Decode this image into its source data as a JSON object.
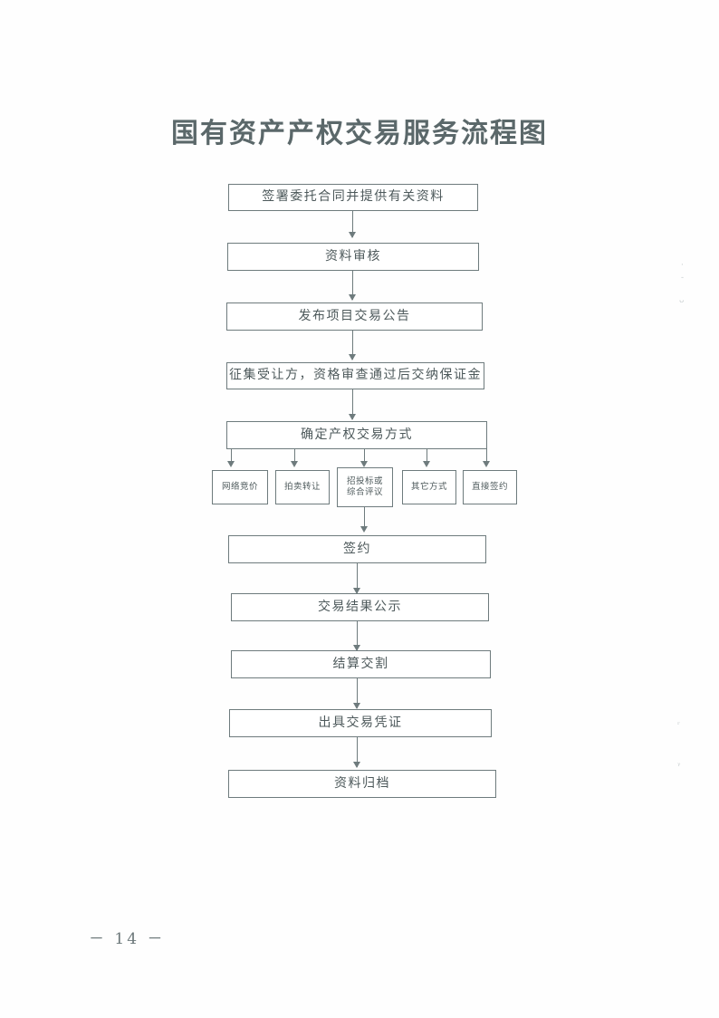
{
  "document": {
    "title": "国有资产产权交易服务流程图",
    "page_number": "－ 14 －"
  },
  "chart_data": {
    "type": "diagram",
    "title": "国有资产产权交易服务流程图",
    "orientation": "top-to-bottom",
    "nodes": [
      {
        "id": "n1",
        "label": "签署委托合同并提供有关资料",
        "kind": "process"
      },
      {
        "id": "n2",
        "label": "资料审核",
        "kind": "process"
      },
      {
        "id": "n3",
        "label": "发布项目交易公告",
        "kind": "process"
      },
      {
        "id": "n4",
        "label": "征集受让方，资格审查通过后交纳保证金",
        "kind": "process"
      },
      {
        "id": "n5",
        "label": "确定产权交易方式",
        "kind": "decision-split"
      },
      {
        "id": "b1",
        "label": "网络竞价",
        "kind": "branch"
      },
      {
        "id": "b2",
        "label": "拍卖转让",
        "kind": "branch"
      },
      {
        "id": "b3",
        "label_line1": "招投标或",
        "label_line2": "综合评议",
        "kind": "branch"
      },
      {
        "id": "b4",
        "label": "其它方式",
        "kind": "branch"
      },
      {
        "id": "b5",
        "label": "直接签约",
        "kind": "branch"
      },
      {
        "id": "n6",
        "label": "签约",
        "kind": "process"
      },
      {
        "id": "n7",
        "label": "交易结果公示",
        "kind": "process"
      },
      {
        "id": "n8",
        "label": "结算交割",
        "kind": "process"
      },
      {
        "id": "n9",
        "label": "出具交易凭证",
        "kind": "process"
      },
      {
        "id": "n10",
        "label": "资料归档",
        "kind": "process"
      }
    ],
    "edges": [
      {
        "from": "n1",
        "to": "n2"
      },
      {
        "from": "n2",
        "to": "n3"
      },
      {
        "from": "n3",
        "to": "n4"
      },
      {
        "from": "n4",
        "to": "n5"
      },
      {
        "from": "n5",
        "to": "b1"
      },
      {
        "from": "n5",
        "to": "b2"
      },
      {
        "from": "n5",
        "to": "b3"
      },
      {
        "from": "n5",
        "to": "b4"
      },
      {
        "from": "n5",
        "to": "b5"
      },
      {
        "from": "b3",
        "to": "n6"
      },
      {
        "from": "n6",
        "to": "n7"
      },
      {
        "from": "n7",
        "to": "n8"
      },
      {
        "from": "n8",
        "to": "n9"
      },
      {
        "from": "n9",
        "to": "n10"
      }
    ],
    "colors": {
      "stroke": "#6e7b7d",
      "text": "#4d595b",
      "background": "#ffffff"
    }
  }
}
